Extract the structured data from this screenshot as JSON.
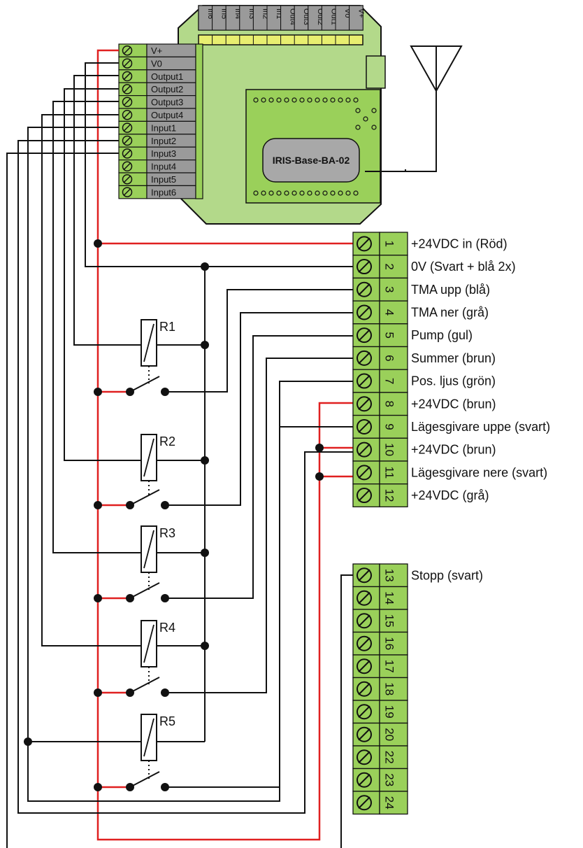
{
  "module": {
    "name": "IRIS-Base-BA-02",
    "top_pins": [
      "In6",
      "In5",
      "In4",
      "In3",
      "In2",
      "In1",
      "Out4",
      "Out3",
      "Out2",
      "Out1",
      "V0",
      "V+"
    ],
    "side_pins": [
      "V+",
      "V0",
      "Output1",
      "Output2",
      "Output3",
      "Output4",
      "Input1",
      "Input2",
      "Input3",
      "Input4",
      "Input5",
      "Input6"
    ]
  },
  "terminal_block_a": [
    {
      "num": "1",
      "label": "+24VDC in (Röd)"
    },
    {
      "num": "2",
      "label": "0V  (Svart + blå 2x)"
    },
    {
      "num": "3",
      "label": "TMA upp (blå)"
    },
    {
      "num": "4",
      "label": "TMA ner  (grå)"
    },
    {
      "num": "5",
      "label": "Pump  (gul)"
    },
    {
      "num": "6",
      "label": "Summer (brun)"
    },
    {
      "num": "7",
      "label": "Pos. ljus (grön)"
    },
    {
      "num": "8",
      "label": "+24VDC (brun)"
    },
    {
      "num": "9",
      "label": "Lägesgivare uppe (svart)"
    },
    {
      "num": "10",
      "label": "+24VDC (brun)"
    },
    {
      "num": "11",
      "label": "Lägesgivare nere (svart)"
    },
    {
      "num": "12",
      "label": "+24VDC (grå)"
    }
  ],
  "terminal_block_b": [
    {
      "num": "13",
      "label": "Stopp (svart)"
    },
    {
      "num": "14",
      "label": ""
    },
    {
      "num": "15",
      "label": ""
    },
    {
      "num": "16",
      "label": ""
    },
    {
      "num": "17",
      "label": ""
    },
    {
      "num": "18",
      "label": ""
    },
    {
      "num": "19",
      "label": ""
    },
    {
      "num": "20",
      "label": ""
    },
    {
      "num": "22",
      "label": ""
    },
    {
      "num": "23",
      "label": ""
    },
    {
      "num": "24",
      "label": ""
    }
  ],
  "relays": [
    "R1",
    "R2",
    "R3",
    "R4",
    "R5"
  ],
  "colors": {
    "board": "#b3d98a",
    "terminal": "#9ad05a",
    "wire": "#111111",
    "power_wire": "#e02020",
    "pin_grey": "#9a9a9a",
    "chip_grey": "#a8a8a8"
  }
}
